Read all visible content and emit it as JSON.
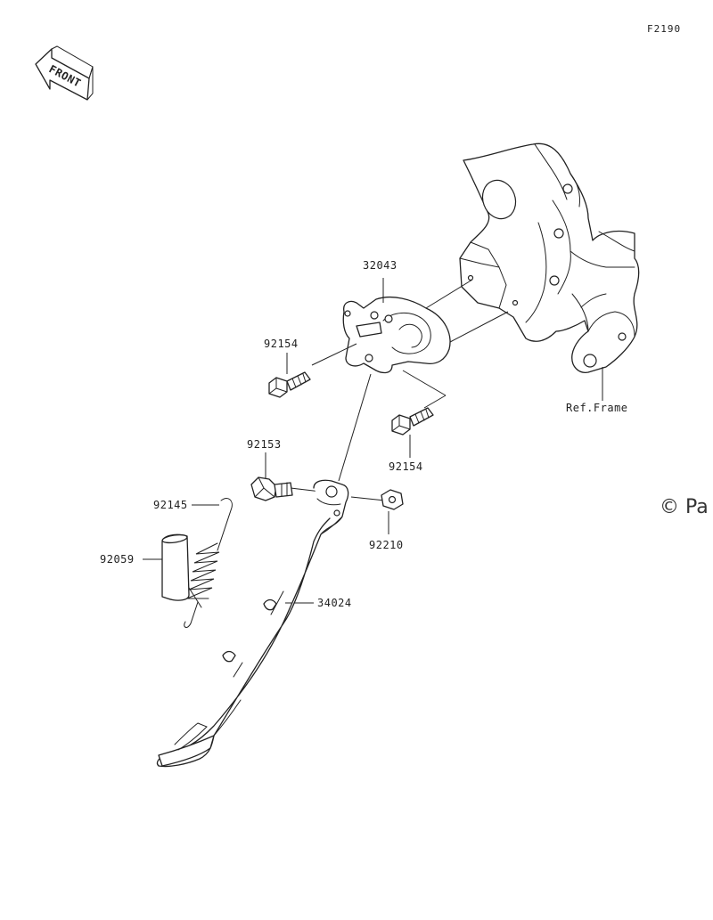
{
  "figure_code": "F2190",
  "front_label": "FRONT",
  "watermark": "© Pa",
  "ref_frame_label": "Ref.Frame",
  "parts": {
    "bracket": "32043",
    "bolt_upper": "92154",
    "bolt_lower": "92154",
    "pivot_bolt": "92153",
    "spring": "92145",
    "collar": "92059",
    "nut": "92210",
    "side_stand": "34024"
  }
}
